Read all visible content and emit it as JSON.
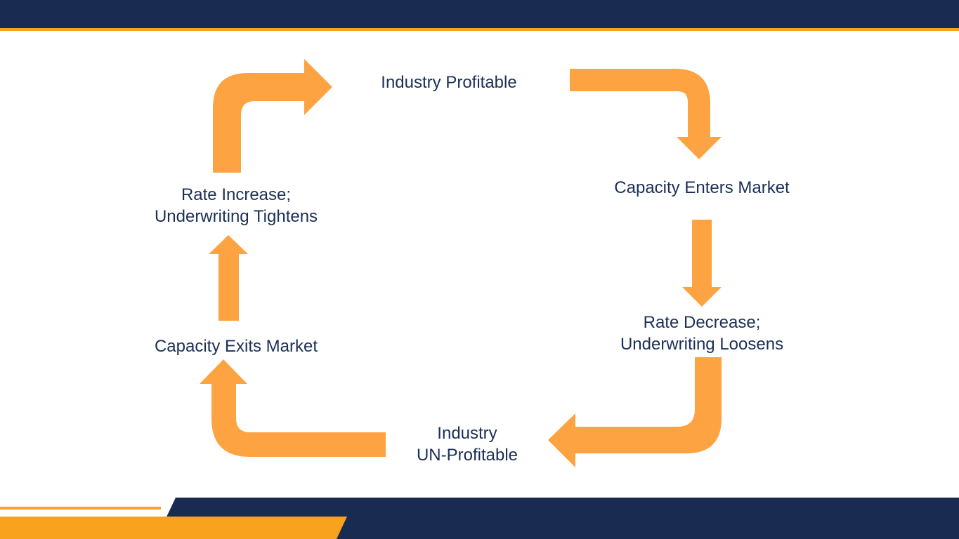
{
  "colors": {
    "navy": "#1a2b52",
    "accent_orange": "#f9a21e",
    "arrow_orange": "#fda342",
    "text": "#1b2f57"
  },
  "cycle": {
    "stages": [
      {
        "id": "industry-profitable",
        "lines": [
          "Industry Profitable"
        ]
      },
      {
        "id": "capacity-enters-market",
        "lines": [
          "Capacity Enters Market"
        ]
      },
      {
        "id": "rate-decrease",
        "lines": [
          "Rate Decrease;",
          "Underwriting Loosens"
        ]
      },
      {
        "id": "industry-unprofitable",
        "lines": [
          "Industry",
          "UN-Profitable"
        ]
      },
      {
        "id": "capacity-exits-market",
        "lines": [
          "Capacity Exits Market"
        ]
      },
      {
        "id": "rate-increase",
        "lines": [
          "Rate Increase;",
          "Underwriting Tightens"
        ]
      }
    ],
    "arrows": [
      {
        "from": "rate-increase",
        "to": "industry-profitable",
        "shape": "curved-right"
      },
      {
        "from": "industry-profitable",
        "to": "capacity-enters-market",
        "shape": "curved-down"
      },
      {
        "from": "capacity-enters-market",
        "to": "rate-decrease",
        "shape": "straight-down"
      },
      {
        "from": "rate-decrease",
        "to": "industry-unprofitable",
        "shape": "curved-left"
      },
      {
        "from": "industry-unprofitable",
        "to": "capacity-exits-market",
        "shape": "curved-up"
      },
      {
        "from": "capacity-exits-market",
        "to": "rate-increase",
        "shape": "straight-up"
      }
    ]
  }
}
